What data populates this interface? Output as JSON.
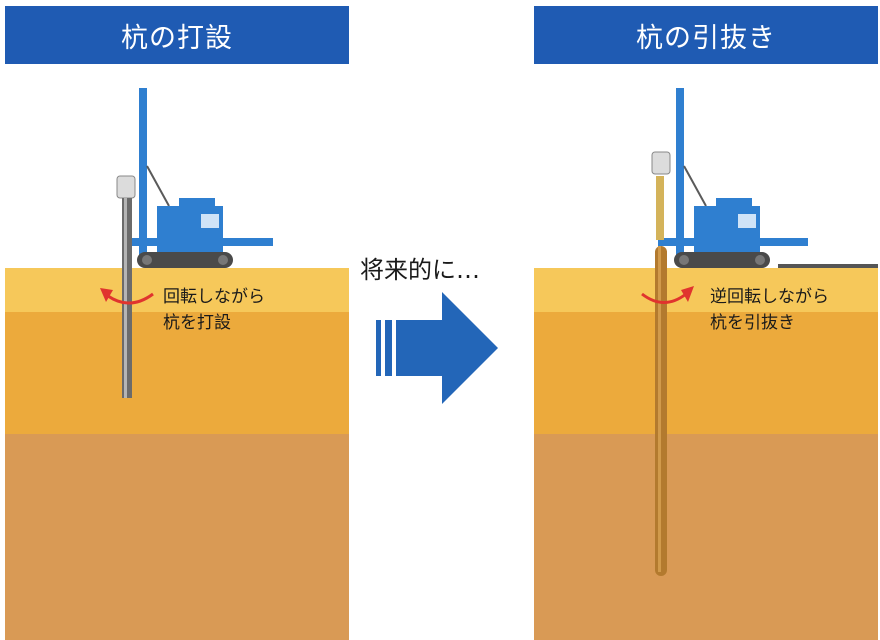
{
  "left_panel": {
    "title": "杭の打設",
    "caption_line1": "回転しながら",
    "caption_line2": "杭を打設"
  },
  "middle": {
    "text": "将来的に…"
  },
  "right_panel": {
    "title": "杭の引抜き",
    "caption_line1": "逆回転しながら",
    "caption_line2": "杭を引抜き"
  },
  "colors": {
    "title_bar": "#1f5bb3",
    "machine_blue": "#2f7fd0",
    "arrow_blue": "#2366b8",
    "rotation_arrow": "#e0342e",
    "soil_top": "#f6c85a",
    "soil_mid": "#ecaa3c",
    "soil_deep": "#d99a55"
  },
  "icons": [
    "pile-driver-machine",
    "rotation-arrow-icon",
    "right-arrow-icon"
  ]
}
